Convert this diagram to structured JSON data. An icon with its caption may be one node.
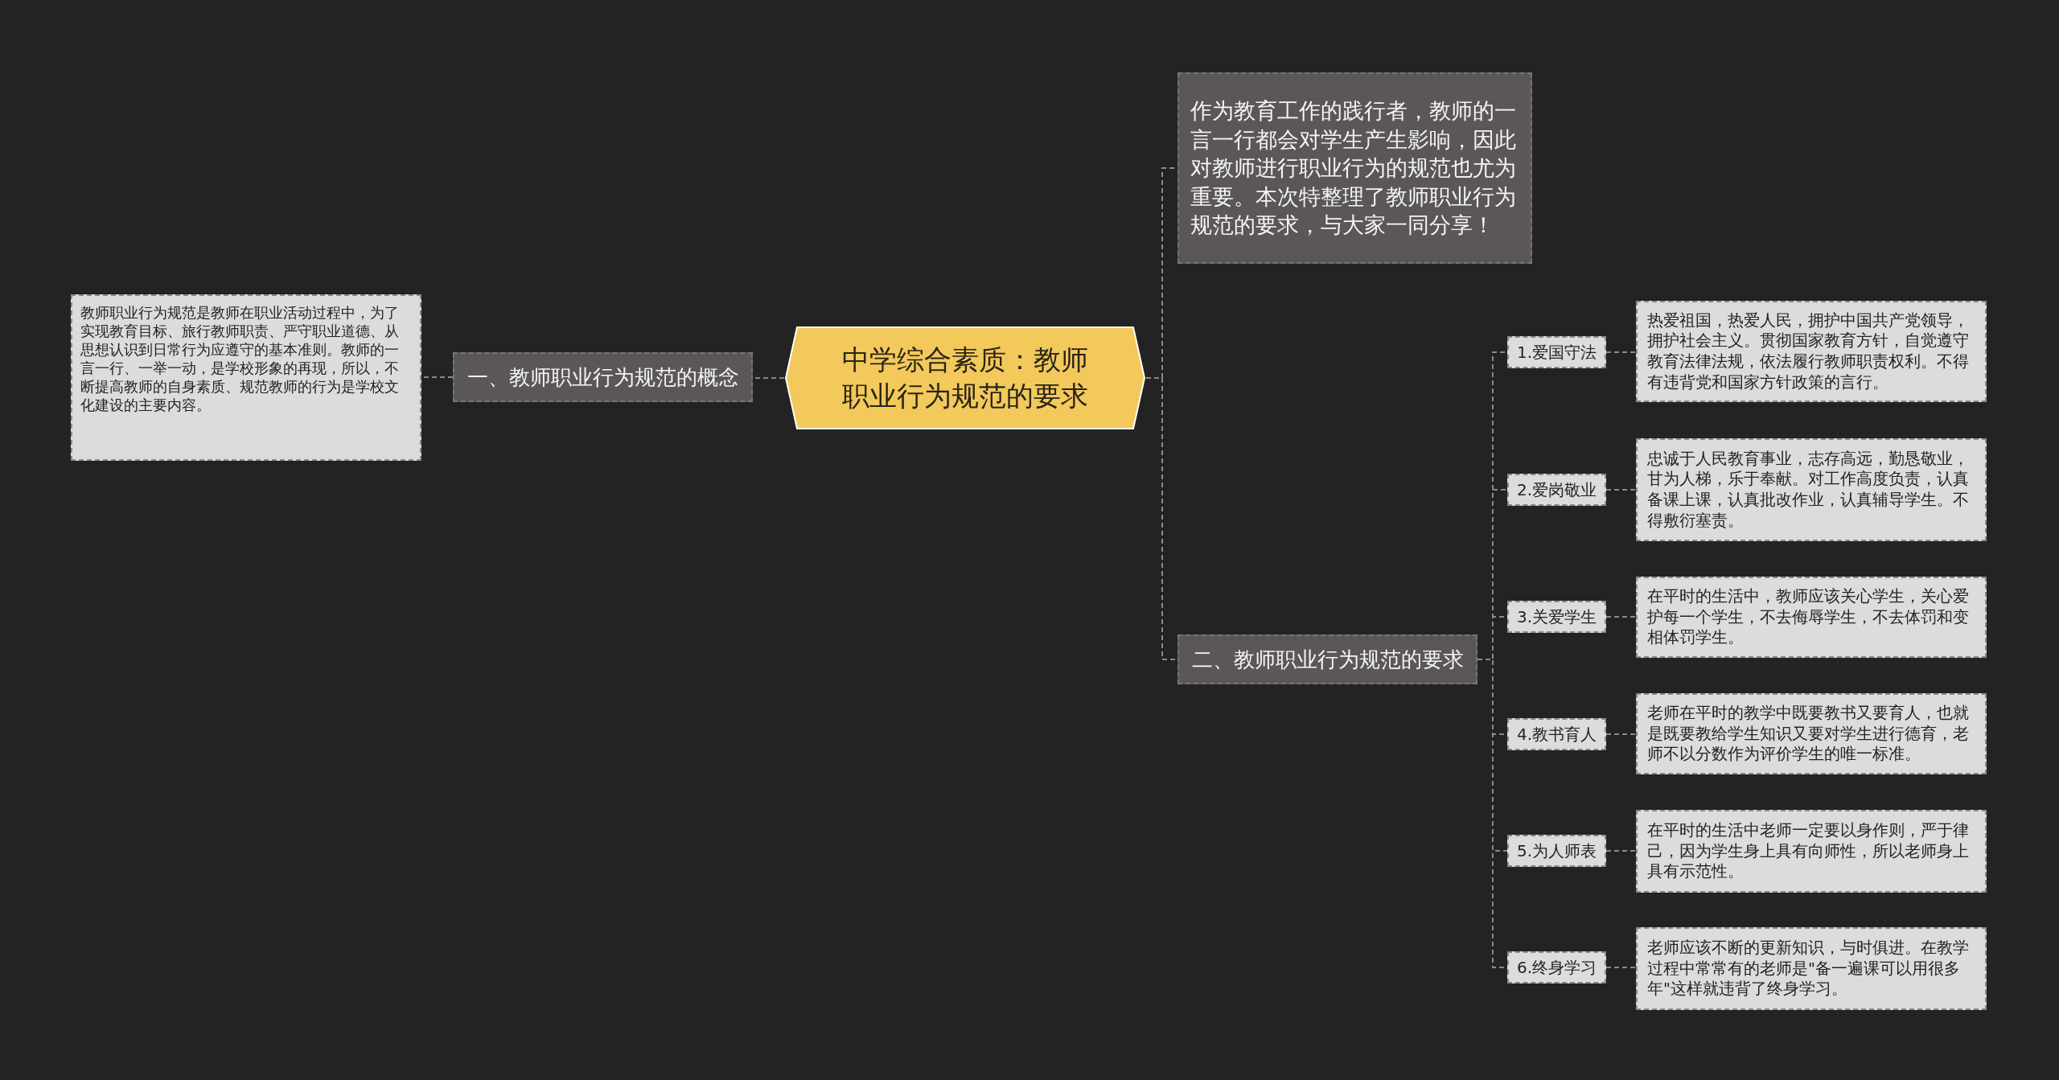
{
  "diagram": {
    "nodes": [
      {
        "text": [
          "中学综合素质：教师职业行为规范的要求"
        ]
      },
      {
        "text": [
          "一、教师职业行为规范的概念"
        ]
      },
      {
        "text": [
          "教师职业行为规范是教师在职业活动过程中，为了实现教育目标、旅行教师职责、严守职业道德、从思想认识到日常行为应遵守的基本准则。教师的一言一行、一举一动，是学校形象的再现，所以，不断提高教师的自身素质、规范教师的行为是学校文化建设的主要内容。"
        ]
      },
      {
        "text": [
          "作为教育工作的践行者，教师的一言一行都会对学生产生影响，因此对教师进行职业行为的规范也尤为重要。本次特整理了教师职业行为规范的要求，与大家一同分享！"
        ]
      },
      {
        "text": [
          "二、教师职业行为规范的要求"
        ]
      },
      {
        "text": [
          "1.爱国守法"
        ]
      },
      {
        "text": [
          "2.爱岗敬业"
        ]
      },
      {
        "text": [
          "3.关爱学生"
        ]
      },
      {
        "text": [
          "4.教书育人"
        ]
      },
      {
        "text": [
          "5.为人师表"
        ]
      },
      {
        "text": [
          "6.终身学习"
        ]
      },
      {
        "text": [
          "热爱祖国，热爱人民，拥护中国共产党领导，拥护社会主义。贯彻国家教育方针，自觉遵守教育法律法规，依法履行教师职责权利。不得有违背党和国家方针政策的言行。"
        ]
      },
      {
        "text": [
          "忠诚于人民教育事业，志存高远，勤恳敬业，甘为人梯，乐于奉献。对工作高度负责，认真备课上课，认真批改作业，认真辅导学生。不得敷衍塞责。"
        ]
      },
      {
        "text": [
          "在平时的生活中，教师应该关心学生，关心爱护每一个学生，不去侮辱学生，不去体罚和变相体罚学生。"
        ]
      },
      {
        "text": [
          "老师在平时的教学中既要教书又要育人，也就是既要教给学生知识又要对学生进行德育，老师不以分数作为评价学生的唯一标准。"
        ]
      },
      {
        "text": [
          "在平时的生活中老师一定要以身作则，严于律己，因为学生身上具有向师性，所以老师身上具有示范性。"
        ]
      },
      {
        "text": [
          "老师应该不断的更新知识，与时俱进。在教学过程中常常有的老师是\"备一遍课可以用很多年\"这样就违背了终身学习。"
        ]
      }
    ],
    "edges": [
      {
        "from": 0,
        "to": 1,
        "arrow": "none"
      },
      {
        "from": 1,
        "to": 2,
        "arrow": "none"
      },
      {
        "from": 0,
        "to": 3,
        "arrow": "none"
      },
      {
        "from": 0,
        "to": 4,
        "arrow": "none"
      },
      {
        "from": 4,
        "to": 5,
        "arrow": "none"
      },
      {
        "from": 4,
        "to": 6,
        "arrow": "none"
      },
      {
        "from": 4,
        "to": 7,
        "arrow": "none"
      },
      {
        "from": 4,
        "to": 8,
        "arrow": "none"
      },
      {
        "from": 4,
        "to": 9,
        "arrow": "none"
      },
      {
        "from": 4,
        "to": 10,
        "arrow": "none"
      },
      {
        "from": 5,
        "to": 11,
        "arrow": "none"
      },
      {
        "from": 6,
        "to": 12,
        "arrow": "none"
      },
      {
        "from": 7,
        "to": 13,
        "arrow": "none"
      },
      {
        "from": 8,
        "to": 14,
        "arrow": "none"
      },
      {
        "from": 9,
        "to": 15,
        "arrow": "none"
      },
      {
        "from": 10,
        "to": 16,
        "arrow": "none"
      }
    ]
  }
}
